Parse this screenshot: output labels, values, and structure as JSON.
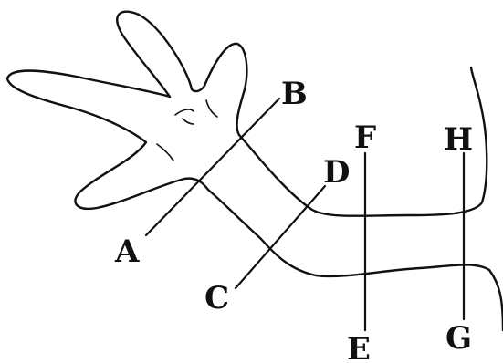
{
  "figure": {
    "description_free": true,
    "colors": {
      "ink": "#111111",
      "paper": "#ffffff"
    },
    "labels": {
      "A": "A",
      "B": "B",
      "C": "C",
      "D": "D",
      "E": "E",
      "F": "F",
      "G": "G",
      "H": "H"
    }
  }
}
